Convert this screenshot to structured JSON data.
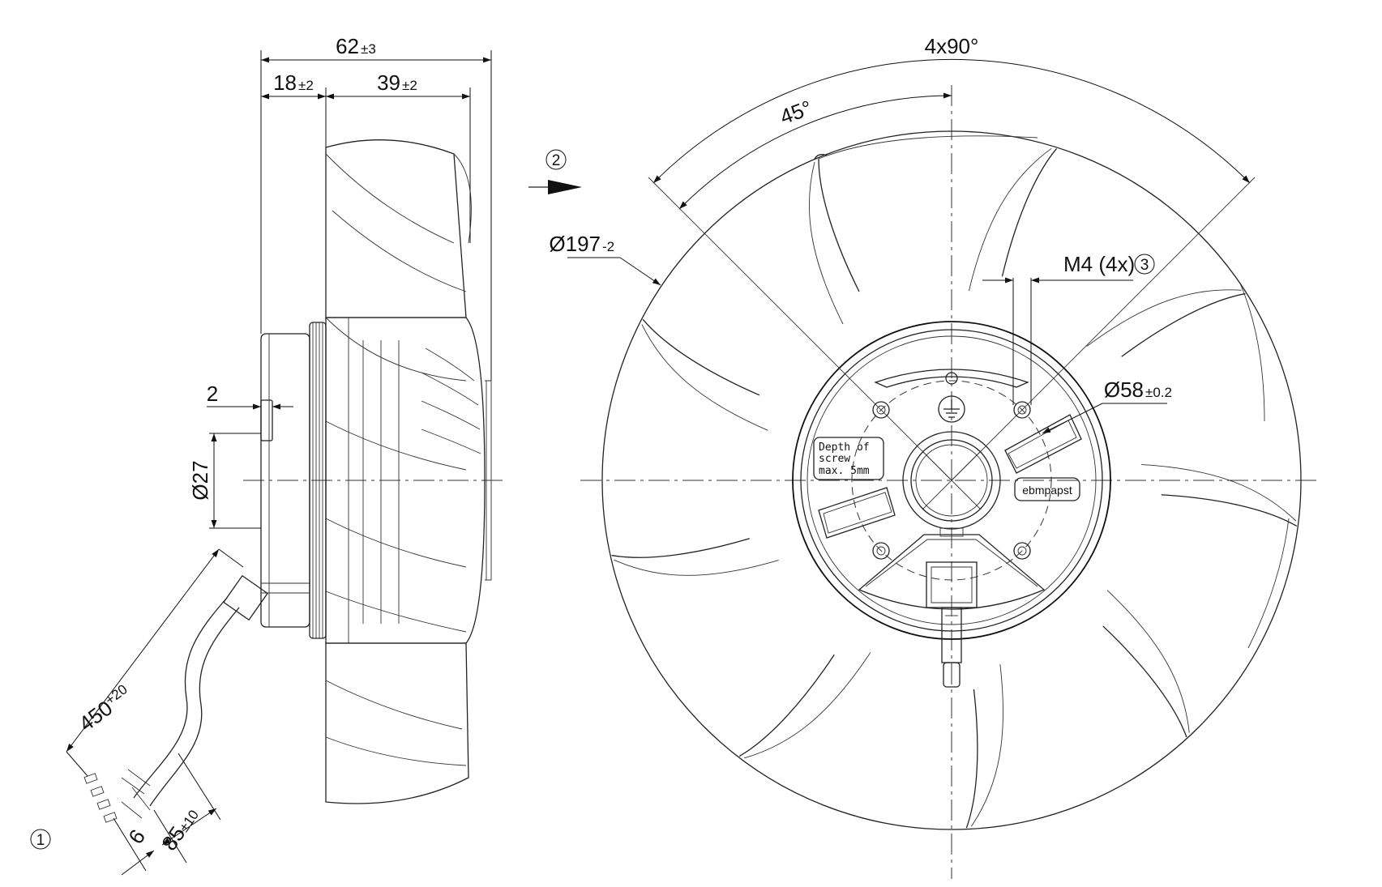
{
  "side_view": {
    "overall_width": {
      "main": "62",
      "tol": "±3"
    },
    "hub_width": {
      "main": "18",
      "tol": "±2"
    },
    "blade_width": {
      "main": "39",
      "tol": "±2"
    },
    "shaft_step": "2",
    "hub_diameter": "Ø27",
    "cable_length": {
      "main": "450",
      "tol": "+20"
    },
    "strip_length": "6",
    "sheath_length": {
      "main": "85",
      "tol": "±10"
    },
    "callout_1": "1"
  },
  "airflow": {
    "callout_2": "2"
  },
  "front_view": {
    "angle_total": "4x90°",
    "angle_half": "45°",
    "fan_diameter": {
      "main": "Ø197",
      "tol": "-2"
    },
    "thread": "M4 (4x)",
    "callout_3": "3",
    "bolt_circle": {
      "main": "Ø58",
      "tol": "±0.2"
    },
    "note_lines": [
      "Depth of",
      "screw",
      "max. 5mm"
    ],
    "brand": "ebmpapst"
  }
}
